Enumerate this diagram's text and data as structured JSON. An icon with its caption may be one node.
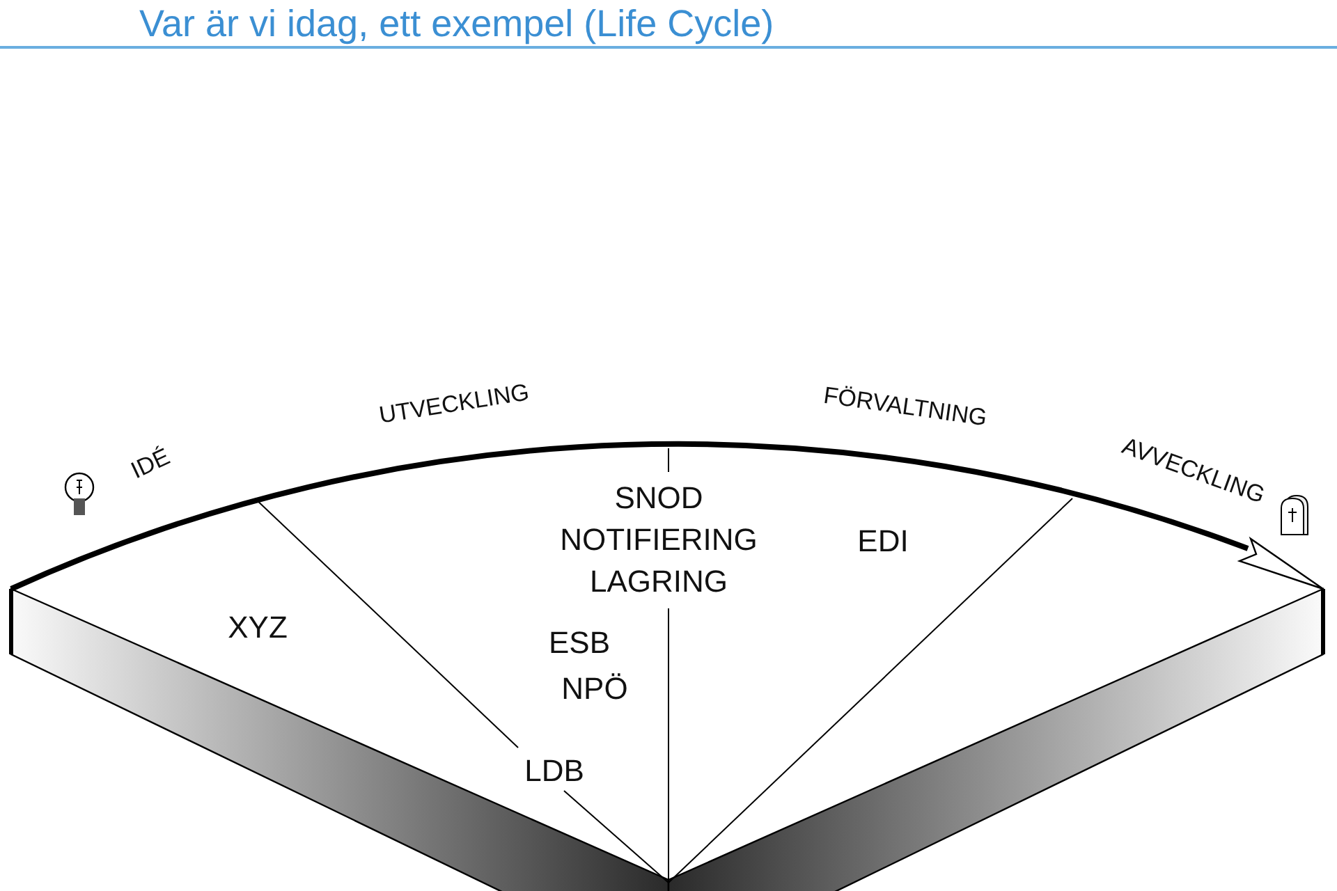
{
  "diagram": {
    "title": "Var är vi idag, ett exempel (Life Cycle)",
    "labels": [
      "IDÉ",
      "UTVECKLING",
      "FÖRVALTNING",
      "AVVECKLING",
      "SNOD",
      "NOTIFIERING",
      "LAGRING",
      "EDI",
      "XYZ",
      "ESB",
      "NPÖ",
      "LDB"
    ]
  }
}
